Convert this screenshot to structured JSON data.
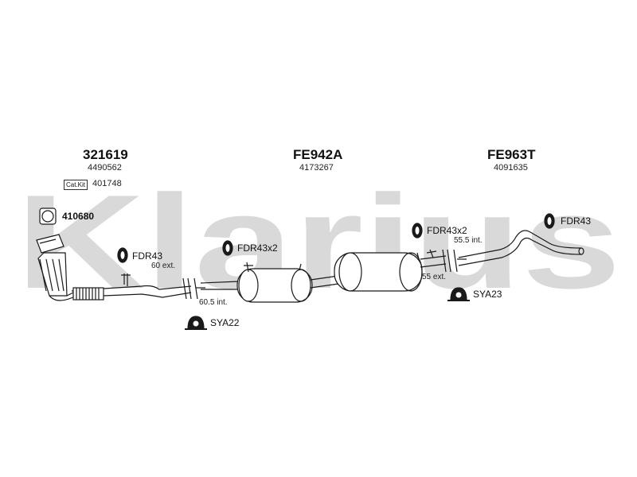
{
  "watermark": "Klarius",
  "sections": [
    {
      "title": "321619",
      "oe_number": "4490562"
    },
    {
      "title": "FE942A",
      "oe_number": "4173267"
    },
    {
      "title": "FE963T",
      "oe_number": "4091635"
    }
  ],
  "cat_kit": {
    "badge": "Cat.Kit",
    "number": "401748"
  },
  "gasket": {
    "code": "410680"
  },
  "rubbers": [
    {
      "code": "FDR43"
    },
    {
      "code": "FDR43x2"
    },
    {
      "code": "FDR43x2"
    },
    {
      "code": "FDR43"
    }
  ],
  "clamps": [
    {
      "code": "SYA22"
    },
    {
      "code": "SYA23"
    }
  ],
  "dimensions": [
    {
      "text": "60 ext."
    },
    {
      "text": "60.5 int."
    },
    {
      "text": "55.5 int."
    },
    {
      "text": "55 ext."
    }
  ],
  "colors": {
    "watermark": "#d9d9d9",
    "line": "#1a1a1a"
  }
}
